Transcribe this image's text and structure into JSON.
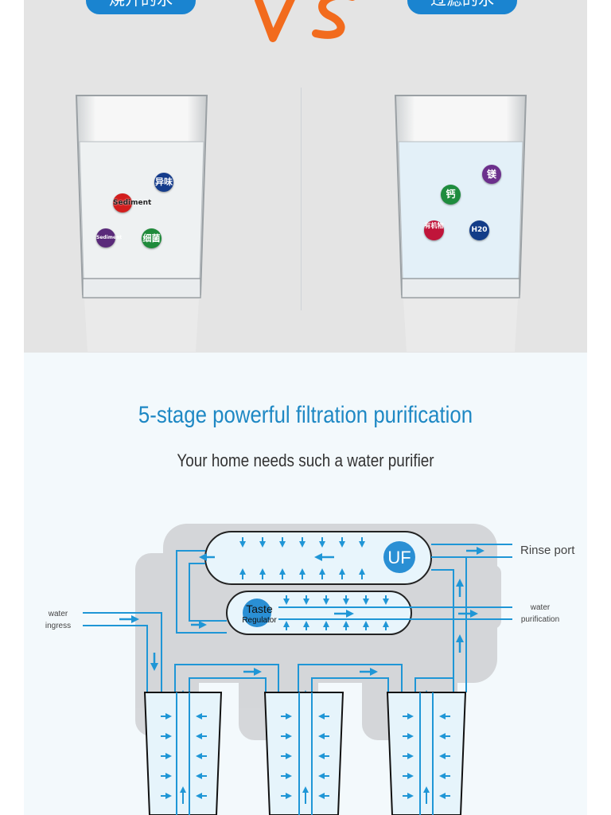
{
  "comparison": {
    "left_label": "烧开的水",
    "right_label": "过滤的水",
    "vs_text": "VS",
    "left_particles": [
      "异味",
      "Sediment",
      "Sediment",
      "细菌"
    ],
    "right_particles": [
      "镁",
      "钙",
      "有机物",
      "H20"
    ]
  },
  "colors": {
    "pill": "#1a84d0",
    "title": "#1e88c4",
    "vs": "#f26b1d",
    "pipe": "#1f96d6"
  },
  "filtration": {
    "title": "5-stage powerful filtration purification",
    "subtitle": "Your home needs such a water purifier"
  },
  "diagram": {
    "uf_label": "UF",
    "taste_label": "Taste",
    "regulator_label": "Regulator",
    "rinse_port": "Rinse port",
    "water_ingress": [
      "water",
      "ingress"
    ],
    "water_purification": [
      "water",
      "purification"
    ]
  }
}
